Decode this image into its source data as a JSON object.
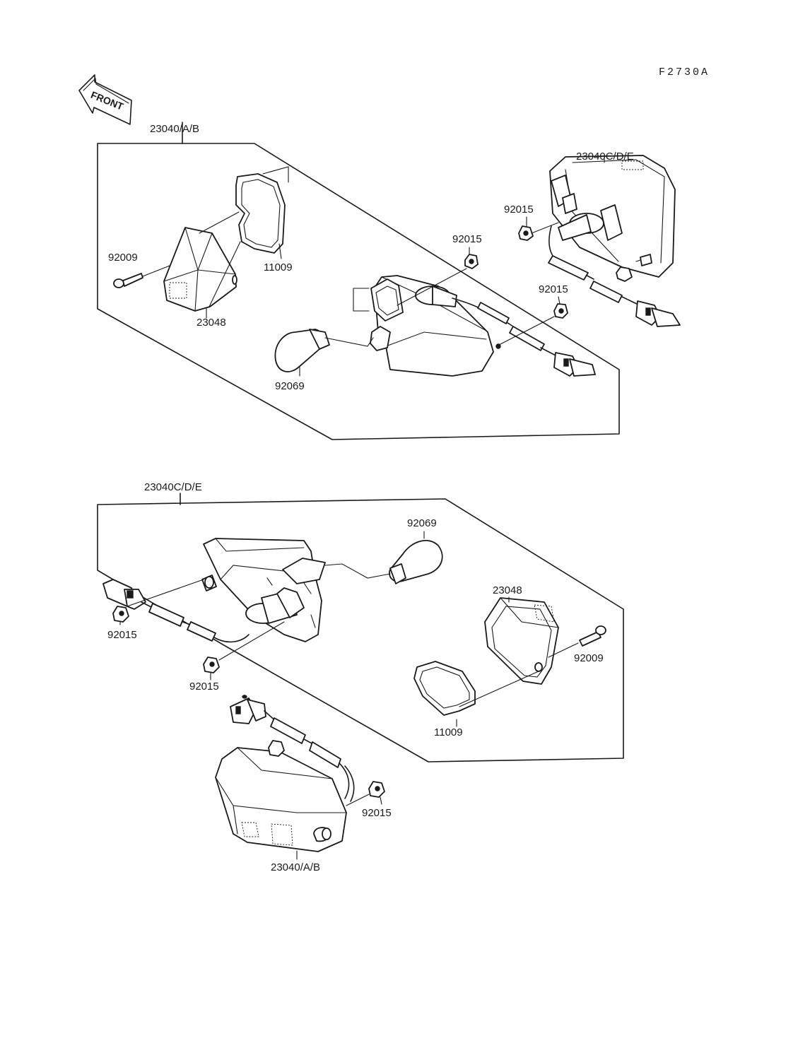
{
  "diagram_code": "F2730A",
  "front_marker": "FRONT",
  "labels": {
    "top_assembly_ab": "23040/A/B",
    "top_assembly_cde": "23040C/D/E",
    "top_screw": "92009",
    "top_gasket": "11009",
    "top_lens": "23048",
    "top_bulb": "92069",
    "top_nut_center": "92015",
    "top_nut_right_a": "92015",
    "top_nut_right_b": "92015",
    "bottom_assembly_cde": "23040C/D/E",
    "bottom_bulb": "92069",
    "bottom_lens": "23048",
    "bottom_screw": "92009",
    "bottom_gasket": "11009",
    "bottom_nut_left": "92015",
    "bottom_nut_center": "92015",
    "bottom_nut_right": "92015",
    "bottom_assembly_ab": "23040/A/B"
  }
}
